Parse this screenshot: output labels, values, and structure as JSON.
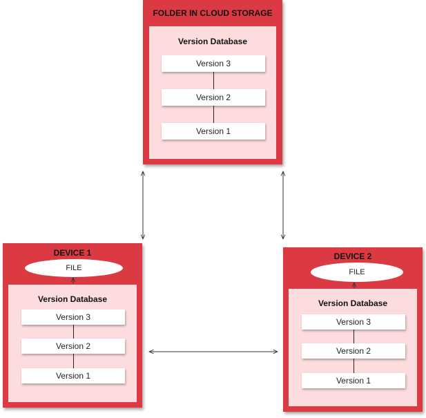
{
  "cloud": {
    "title": "FOLDER IN CLOUD STORAGE",
    "db_title": "Version Database",
    "versions": [
      "Version 3",
      "Version 2",
      "Version 1"
    ]
  },
  "device1": {
    "title": "DEVICE 1",
    "file": "FILE",
    "db_title": "Version Database",
    "versions": [
      "Version 3",
      "Version 2",
      "Version 1"
    ]
  },
  "device2": {
    "title": "DEVICE 2",
    "file": "FILE",
    "db_title": "Version Database",
    "versions": [
      "Version 3",
      "Version 2",
      "Version 1"
    ]
  },
  "colors": {
    "panel": "#dc3a42",
    "inner": "#fcdcdc",
    "arrow": "#333333"
  }
}
